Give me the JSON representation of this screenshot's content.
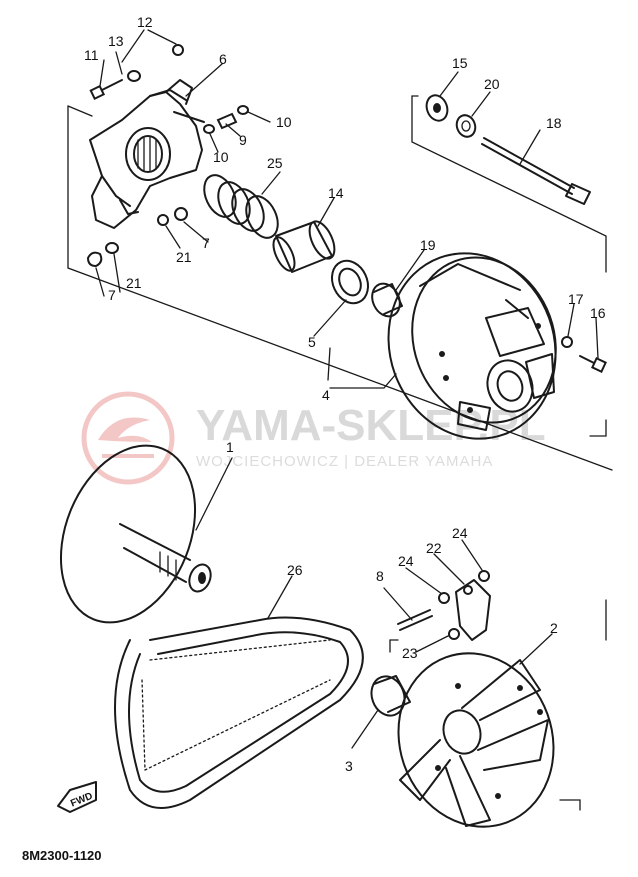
{
  "watermark": {
    "title": "YAMA-SKLEP.PL",
    "subtitle": "WOJCIECHOWICZ | DEALER YAMAHA",
    "logo_color": "#e06060"
  },
  "diagram_code": "8M2300-1120",
  "direction_tag": "FWD",
  "callouts": {
    "c1": "1",
    "c2": "2",
    "c3": "3",
    "c4": "4",
    "c5": "5",
    "c6": "6",
    "c7a": "7",
    "c7b": "7",
    "c8": "8",
    "c9": "9",
    "c10a": "10",
    "c10b": "10",
    "c11": "11",
    "c12": "12",
    "c13": "13",
    "c14": "14",
    "c15": "15",
    "c16": "16",
    "c17": "17",
    "c18": "18",
    "c19": "19",
    "c20": "20",
    "c21a": "21",
    "c21b": "21",
    "c22": "22",
    "c23": "23",
    "c24a": "24",
    "c24b": "24",
    "c25": "25",
    "c26": "26"
  }
}
